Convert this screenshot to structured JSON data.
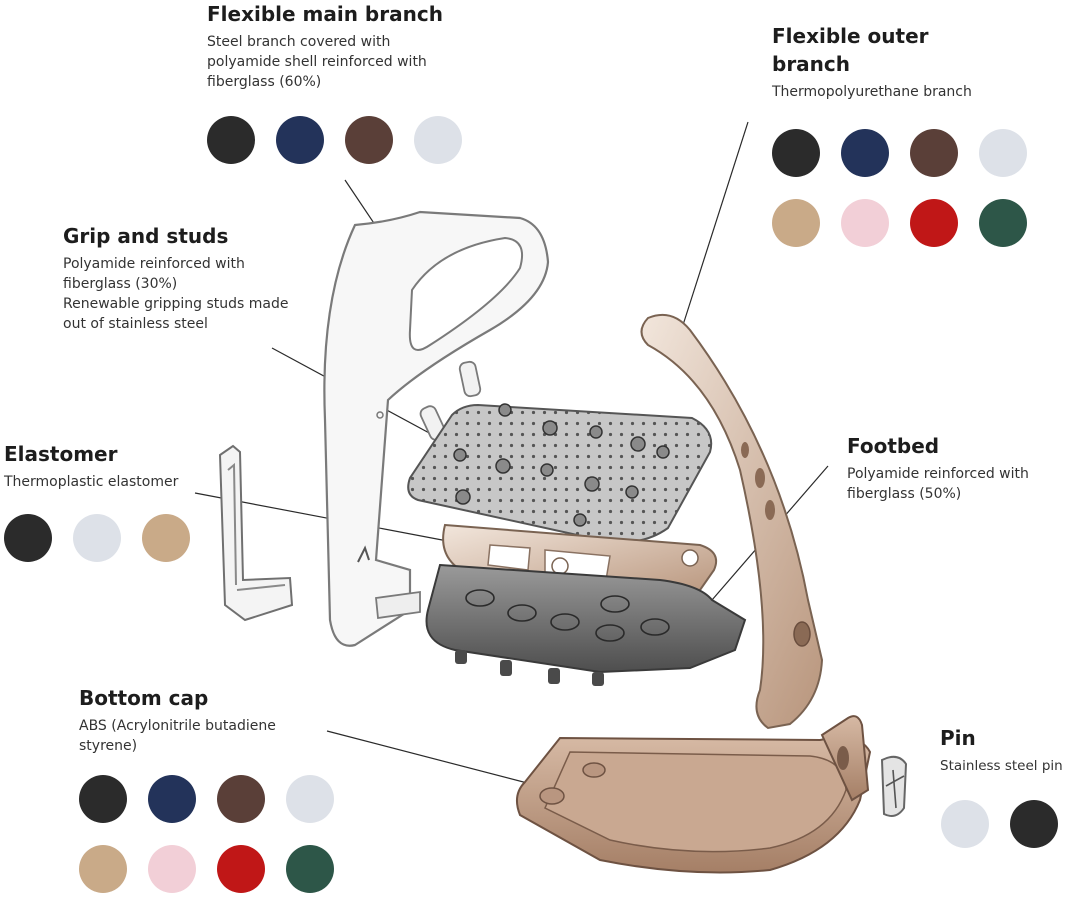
{
  "components": [
    {
      "id": "main-branch",
      "title": "Flexible main branch",
      "lines": [
        "Steel branch covered with",
        "polyamide shell reinforced with",
        "fiberglass (60%)"
      ],
      "colors": [
        "#2b2b2b",
        "#23335a",
        "#5a3f38",
        "#dde1e8"
      ]
    },
    {
      "id": "outer-branch",
      "title_lines": [
        "Flexible outer",
        "branch"
      ],
      "lines": [
        "Thermopolyurethane branch"
      ],
      "colors": [
        "#2b2b2b",
        "#23335a",
        "#5a3f38",
        "#dde1e8",
        "#c9aa88",
        "#f2cfd7",
        "#c01717",
        "#2d5648"
      ]
    },
    {
      "id": "grip-studs",
      "title": "Grip and studs",
      "lines": [
        "Polyamide reinforced with",
        "fiberglass (30%)",
        "Renewable gripping studs made",
        "out of stainless steel"
      ],
      "colors": []
    },
    {
      "id": "elastomer",
      "title": "Elastomer",
      "lines": [
        "Thermoplastic elastomer"
      ],
      "colors": [
        "#2b2b2b",
        "#dde1e8",
        "#c9aa88"
      ]
    },
    {
      "id": "footbed",
      "title": "Footbed",
      "lines": [
        "Polyamide reinforced with",
        "fiberglass (50%)"
      ],
      "colors": []
    },
    {
      "id": "bottom-cap",
      "title": "Bottom cap",
      "lines": [
        "ABS (Acrylonitrile butadiene",
        "styrene)"
      ],
      "colors": [
        "#2b2b2b",
        "#23335a",
        "#5a3f38",
        "#dde1e8",
        "#c9aa88",
        "#f2cfd7",
        "#c01717",
        "#2d5648"
      ]
    },
    {
      "id": "pin",
      "title": "Pin",
      "lines": [
        "Stainless steel pin"
      ],
      "colors": [
        "#dde1e8",
        "#2b2b2b"
      ]
    }
  ]
}
